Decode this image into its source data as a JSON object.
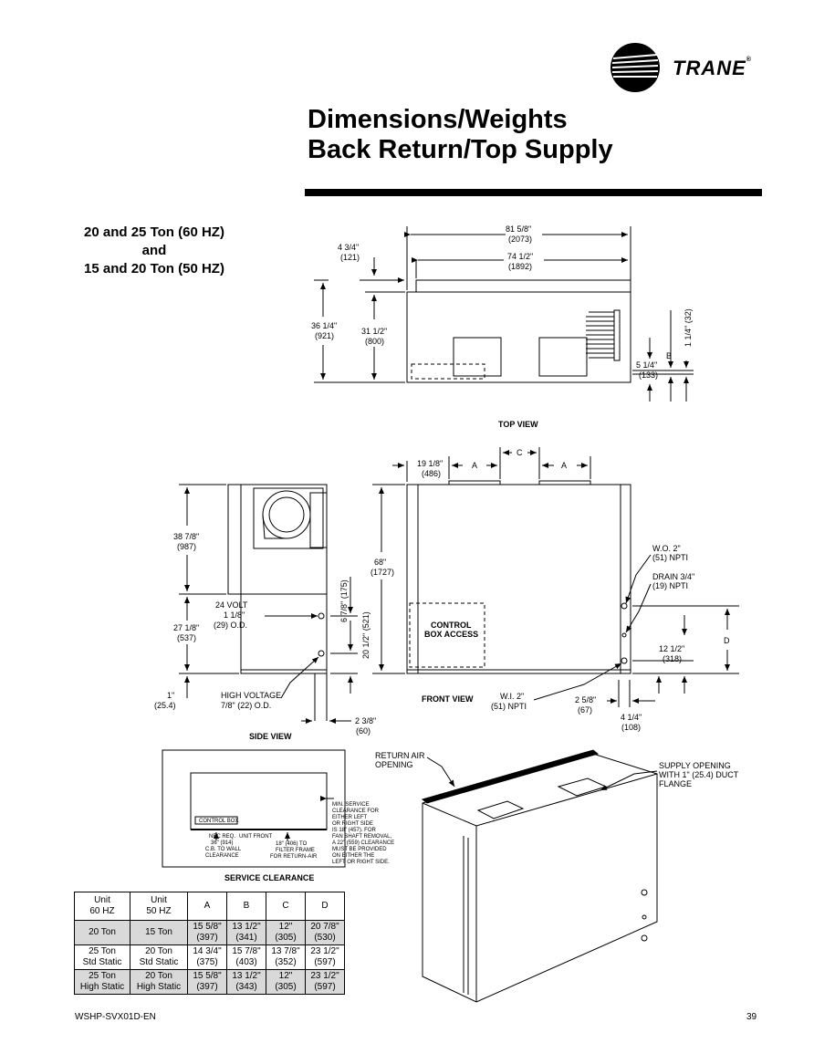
{
  "brand": {
    "name": "TRANE",
    "reg": "®"
  },
  "title": {
    "line1": "Dimensions/Weights",
    "line2": "Back Return/Top Supply"
  },
  "model_heading": {
    "line1": "20 and 25 Ton (60 HZ)",
    "line2": "and",
    "line3": "15 and 20 Ton (50 HZ)"
  },
  "top_view": {
    "caption": "TOP VIEW",
    "overall_width": "81 5/8\"",
    "overall_width_mm": "(2073)",
    "inner_width": "74 1/2\"",
    "inner_width_mm": "(1892)",
    "left_offset": "4 3/4\"",
    "left_offset_mm": "(121)",
    "depth": "36 1/4\"",
    "depth_mm": "(921)",
    "depth_inner": "31 1/2\"",
    "depth_inner_mm": "(800)",
    "right_offset": "5 1/4\"",
    "right_offset_mm": "(133)",
    "b_label": "B",
    "vert_dim": "1 1/4\" (32)"
  },
  "front_view": {
    "caption": "FRONT VIEW",
    "left_offset": "19 1/8\"",
    "left_offset_mm": "(486)",
    "a_label": "A",
    "c_label": "C",
    "height": "68\"",
    "height_mm": "(1727)",
    "control_box": "CONTROL BOX ACCESS",
    "wo": "W.O. 2\"",
    "wo_spec": "(51) NPTI",
    "drain": "DRAIN 3/4\"",
    "drain_spec": "(19) NPTI",
    "d_label": "D",
    "drain_height": "12 1/2\"",
    "drain_height_mm": "(318)",
    "wi": "W.I. 2\"",
    "wi_spec": "(51) NPTI",
    "bottom_offset": "2 5/8\"",
    "bottom_offset_mm": "(67)",
    "right_offset": "4 1/4\"",
    "right_offset_mm": "(108)"
  },
  "side_view": {
    "caption": "SIDE VIEW",
    "upper_height": "38 7/8\"",
    "upper_height_mm": "(987)",
    "lower_height": "27 1/8\"",
    "lower_height_mm": "(537)",
    "base": "1\"",
    "base_mm": "(25.4)",
    "volt24": "24 VOLT",
    "volt24_size": "1 1/8\"",
    "volt24_od": "(29) O.D.",
    "hv": "HIGH VOLTAGE",
    "hv_size": "7/8\" (22) O.D.",
    "vert1": "6 7/8\" (175)",
    "vert2": "20 1/2\" (521)",
    "bottom_dim": "2 3/8\"",
    "bottom_dim_mm": "(60)"
  },
  "service_clearance": {
    "caption": "SERVICE CLEARANCE",
    "control_box": "CONTROL BOX",
    "nec": [
      "NEC REQ.",
      "36\" (914)",
      "C.B. TO WALL",
      "CLEARANCE"
    ],
    "unit_front": "UNIT FRONT",
    "filter": [
      "18\" (406) TO",
      "FILTER FRAME",
      "FOR RETURN-AIR"
    ],
    "note": [
      "MIN. SERVICE",
      "CLEARANCE FOR",
      "EITHER LEFT",
      "OR RIGHT SIDE",
      "IS 18\" (457). FOR",
      "FAN SHAFT REMOVAL,",
      "A 22\" (559) CLEARANCE",
      "MUST BE PROVIDED",
      "ON EITHER THE",
      "LEFT OR RIGHT SIDE."
    ]
  },
  "iso_view": {
    "return_air": [
      "RETURN AIR",
      "OPENING"
    ],
    "supply": [
      "SUPPLY OPENING",
      "WITH 1\" (25.4) DUCT",
      "FLANGE"
    ]
  },
  "table": {
    "headers": [
      [
        "Unit",
        "60 HZ"
      ],
      [
        "Unit",
        "50 HZ"
      ],
      [
        "A"
      ],
      [
        "B"
      ],
      [
        "C"
      ],
      [
        "D"
      ]
    ],
    "rows": [
      [
        [
          "20 Ton"
        ],
        [
          "15 Ton"
        ],
        [
          "15 5/8\"",
          "(397)"
        ],
        [
          "13 1/2\"",
          "(341)"
        ],
        [
          "12\"",
          "(305)"
        ],
        [
          "20 7/8\"",
          "(530)"
        ]
      ],
      [
        [
          "25 Ton",
          "Std Static"
        ],
        [
          "20 Ton",
          "Std Static"
        ],
        [
          "14 3/4\"",
          "(375)"
        ],
        [
          "15 7/8\"",
          "(403)"
        ],
        [
          "13 7/8\"",
          "(352)"
        ],
        [
          "23 1/2\"",
          "(597)"
        ]
      ],
      [
        [
          "25 Ton",
          "High Static"
        ],
        [
          "20 Ton",
          "High Static"
        ],
        [
          "15 5/8\"",
          "(397)"
        ],
        [
          "13 1/2\"",
          "(343)"
        ],
        [
          "12\"",
          "(305)"
        ],
        [
          "23 1/2\"",
          "(597)"
        ]
      ]
    ]
  },
  "footer": {
    "doc": "WSHP-SVX01D-EN",
    "page": "39"
  }
}
